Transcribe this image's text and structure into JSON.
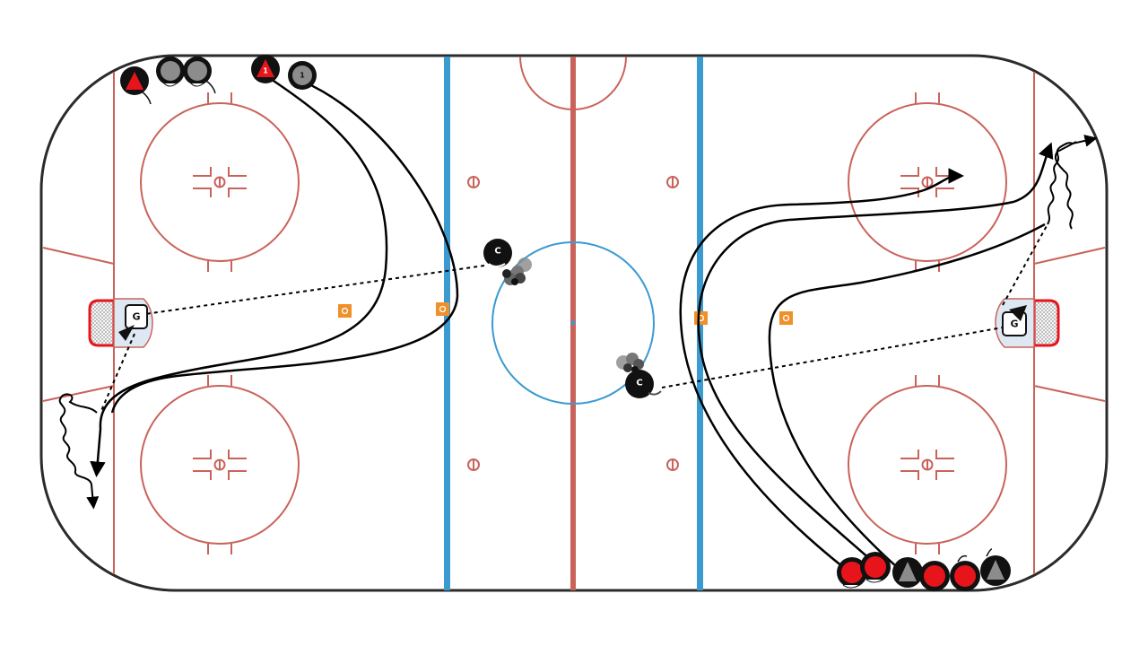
{
  "colors": {
    "board": "#2b2b2b",
    "red_line": "#c9635a",
    "blue_line": "#3b9ad0",
    "center_circle": "#3b9ad0",
    "goal_crease": "#dde8f2",
    "path": "#000000",
    "player_red": "#e8141b",
    "player_gray": "#8c8c8c",
    "player_black": "#111111",
    "pylon": "#f0902a"
  },
  "labels": {
    "coach": "C",
    "goalie": "G",
    "player_number": "1"
  },
  "icons": {
    "pylon": "pylon-icon",
    "player": "player-icon",
    "coach": "coach-icon",
    "goalie": "goalie-icon",
    "puck": "puck-icon"
  }
}
